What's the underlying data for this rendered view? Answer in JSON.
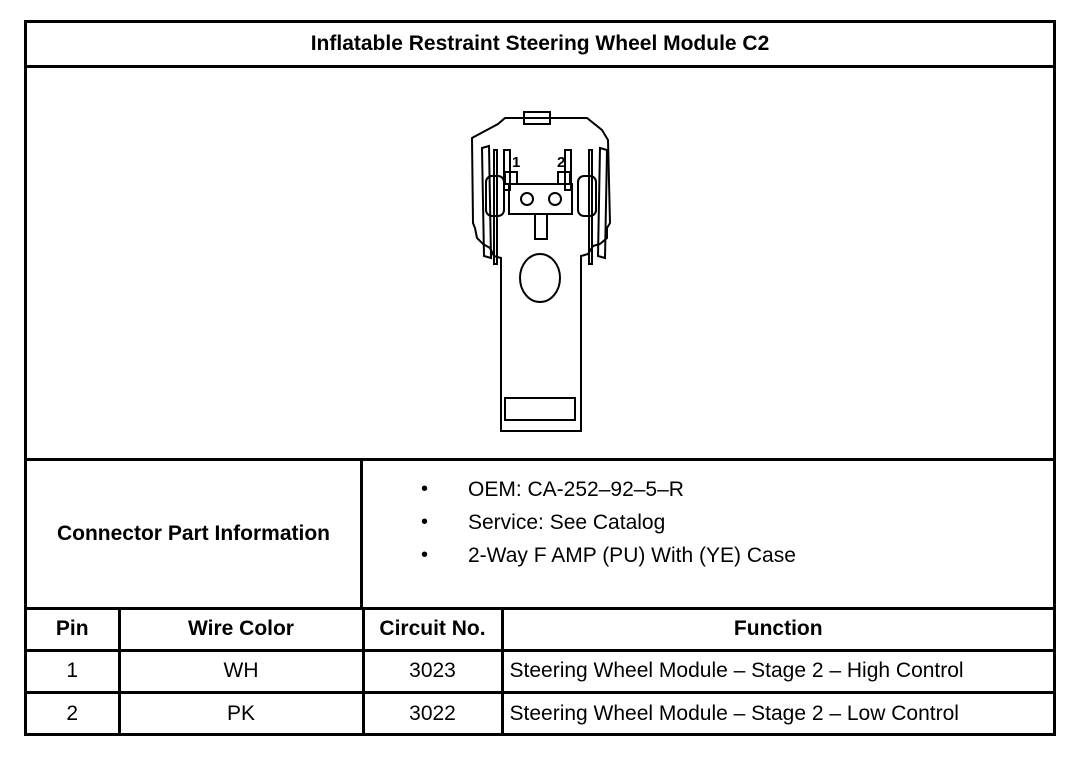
{
  "title": "Inflatable Restraint Steering Wheel Module C2",
  "connector": {
    "pin_labels": [
      "1",
      "2"
    ]
  },
  "part_info": {
    "label": "Connector Part Information",
    "items": [
      "OEM: CA-252–92–5–R",
      "Service: See Catalog",
      "2-Way F AMP (PU) With (YE) Case"
    ]
  },
  "table": {
    "headers": [
      "Pin",
      "Wire Color",
      "Circuit No.",
      "Function"
    ],
    "rows": [
      [
        "1",
        "WH",
        "3023",
        "Steering Wheel Module – Stage 2 – High Control"
      ],
      [
        "2",
        "PK",
        "3022",
        "Steering Wheel Module – Stage 2 – Low Control"
      ]
    ]
  }
}
